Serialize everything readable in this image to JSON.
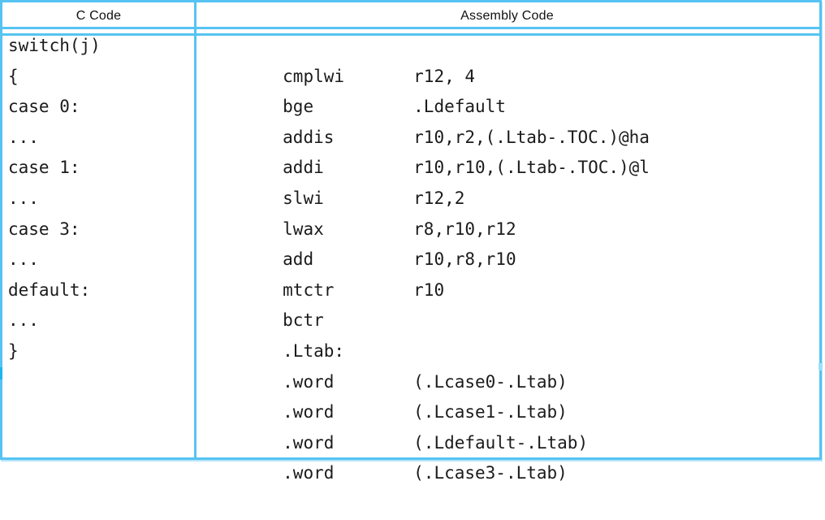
{
  "table": {
    "accent_color": "#56c3f2",
    "header": {
      "c_code": "C Code",
      "assembly": "Assembly Code"
    },
    "c_lines": [
      "switch(j)",
      "{",
      "case 0:",
      "...",
      "case 1:",
      "...",
      "case 3:",
      "...",
      "default:",
      "...",
      "}"
    ],
    "asm_lines": [
      {
        "op": "cmplwi",
        "operand": "r12, 4"
      },
      {
        "op": "bge",
        "operand": ".Ldefault"
      },
      {
        "op": "addis",
        "operand": "r10,r2,(.Ltab-.TOC.)@ha"
      },
      {
        "op": "addi",
        "operand": "r10,r10,(.Ltab-.TOC.)@l"
      },
      {
        "op": "slwi",
        "operand": "r12,2"
      },
      {
        "op": "lwax",
        "operand": "r8,r10,r12"
      },
      {
        "op": "add",
        "operand": "r10,r8,r10"
      },
      {
        "op": "mtctr",
        "operand": "r10"
      },
      {
        "op": "bctr",
        "operand": ""
      },
      {
        "op": ".Ltab:",
        "operand": ""
      },
      {
        "op": ".word",
        "operand": "(.Lcase0-.Ltab)"
      },
      {
        "op": ".word",
        "operand": "(.Lcase1-.Ltab)"
      },
      {
        "op": ".word",
        "operand": "(.Ldefault-.Ltab)"
      },
      {
        "op": ".word",
        "operand": "(.Lcase3-.Ltab)"
      }
    ]
  }
}
